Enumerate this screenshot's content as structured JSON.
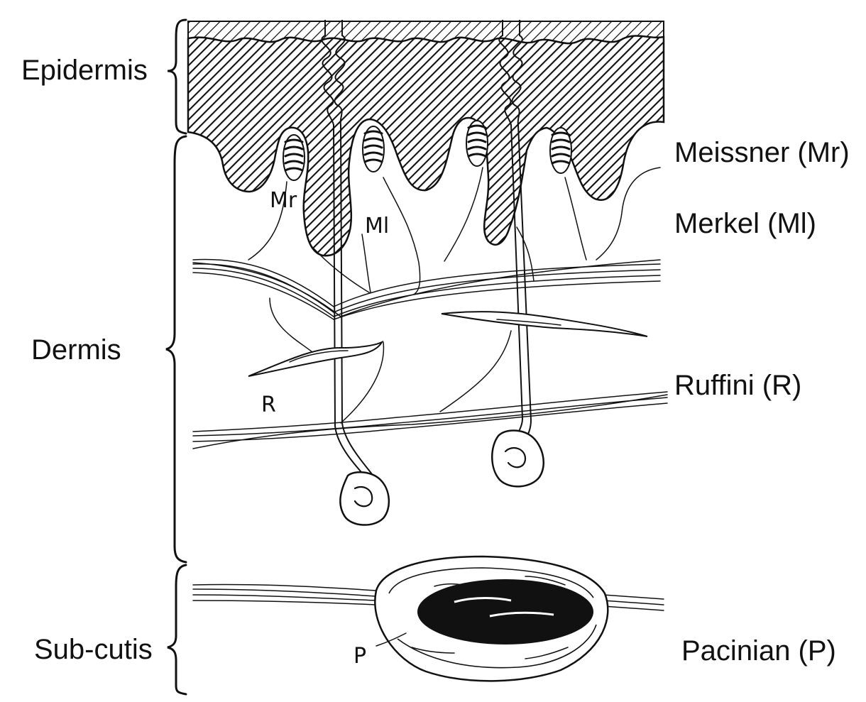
{
  "layers": {
    "epidermis": "Epidermis",
    "dermis": "Dermis",
    "subcutis": "Sub-cutis"
  },
  "receptors": {
    "meissner": "Meissner (Mr)",
    "merkel": "Merkel (Ml)",
    "ruffini": "Ruffini (R)",
    "pacinian": "Pacinian (P)"
  },
  "inline_labels": {
    "mr": "Mr",
    "ml": "Ml",
    "r": "R",
    "p": "P"
  }
}
